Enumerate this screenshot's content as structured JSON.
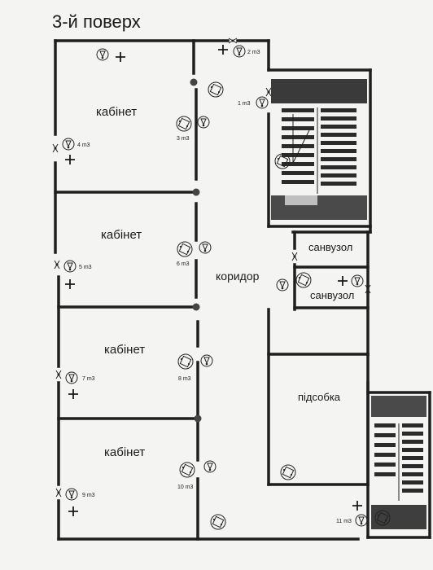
{
  "title": "3-й поверх",
  "rooms": {
    "office_1": "кабінет",
    "office_2": "кабінет",
    "office_3": "кабінет",
    "office_4": "кабінет",
    "corridor": "коридор",
    "wc_1": "санвузол",
    "wc_2": "санвузол",
    "storage": "підсобка"
  },
  "markers": [
    {
      "label": "1 m3"
    },
    {
      "label": "2 m3"
    },
    {
      "label": "3 m3"
    },
    {
      "label": "4 m3"
    },
    {
      "label": "5 m3"
    },
    {
      "label": "6 m3"
    },
    {
      "label": "7 m3"
    },
    {
      "label": "8 m3"
    },
    {
      "label": "9 m3"
    },
    {
      "label": "10 m3"
    },
    {
      "label": "11 m3"
    }
  ]
}
